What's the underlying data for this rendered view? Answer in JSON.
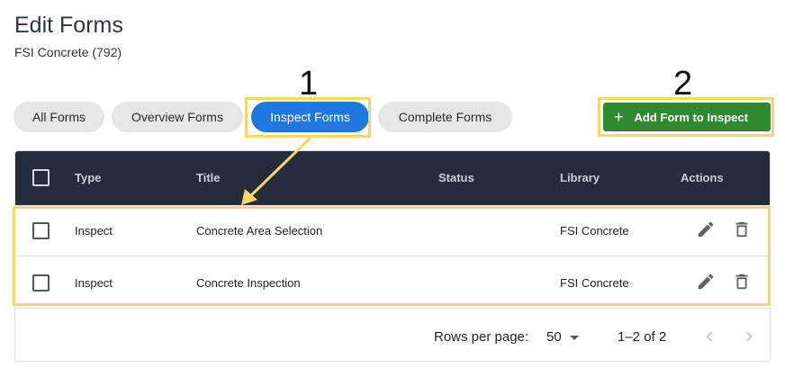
{
  "header": {
    "title": "Edit Forms",
    "subtitle": "FSI Concrete (792)"
  },
  "tabs": [
    {
      "label": "All Forms",
      "active": false
    },
    {
      "label": "Overview Forms",
      "active": false
    },
    {
      "label": "Inspect Forms",
      "active": true
    },
    {
      "label": "Complete Forms",
      "active": false
    }
  ],
  "annotations": {
    "step1": "1",
    "step2": "2",
    "highlight_color": "#f6d56b"
  },
  "add_button": {
    "label": "Add Form to Inspect",
    "icon": "plus-icon",
    "color": "#2e8a2e"
  },
  "table": {
    "columns": [
      "Type",
      "Title",
      "Status",
      "Library",
      "Actions"
    ],
    "rows": [
      {
        "type": "Inspect",
        "title": "Concrete Area Selection",
        "status": "",
        "library": "FSI Concrete"
      },
      {
        "type": "Inspect",
        "title": "Concrete Inspection",
        "status": "",
        "library": "FSI Concrete"
      }
    ],
    "row_actions": [
      "edit-pencil-icon",
      "delete-trash-icon"
    ],
    "header_color": "#252c3d"
  },
  "pagination": {
    "rows_per_page_label": "Rows per page:",
    "rows_per_page_value": "50",
    "range_text": "1–2 of 2"
  },
  "colors": {
    "active_tab": "#1f78e0",
    "inactive_tab": "#e6e6e6"
  }
}
